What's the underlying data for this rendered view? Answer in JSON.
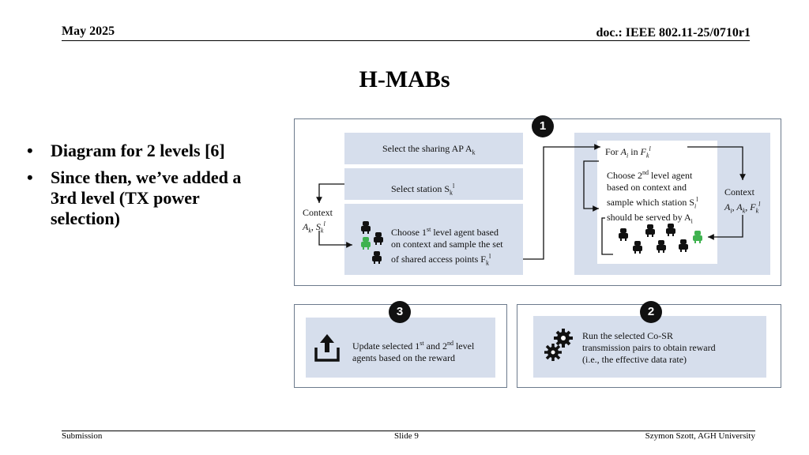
{
  "header": {
    "date": "May 2025",
    "doc": "doc.: IEEE 802.11-25/0710r1"
  },
  "title": "H-MABs",
  "bullets": [
    "Diagram for 2 levels [6]",
    "Since then, we’ve added a 3rd level (TX power selection)"
  ],
  "diagram": {
    "step1": {
      "badge": "1",
      "select_ap": "Select the sharing AP A",
      "select_ap_sub": "k",
      "select_station": "Select station S",
      "context_label": "Context",
      "context_vars": "Ak, Skl",
      "choose_first_a": "Choose 1",
      "choose_first_sup": "st",
      "choose_first_b": " level agent based",
      "choose_first_c": "on context and sample the set",
      "choose_first_d": "of shared access points F",
      "for_ai": "For Ai in Fkl",
      "choose_second_a": "Choose 2",
      "choose_second_sup": "nd",
      "choose_second_b": " level agent",
      "choose_second_c": "based on context and",
      "choose_second_d": "sample which station S",
      "choose_second_e": "should be served by A",
      "context2_label": "Context",
      "context2_vars": "Ai, Ak, Fkl"
    },
    "step2": {
      "badge": "2",
      "line1": "Run the selected Co-SR",
      "line2": "transmission pairs to obtain reward",
      "line3": "(i.e., the effective data rate)",
      "icon": "gears-icon"
    },
    "step3": {
      "badge": "3",
      "line1a": "Update selected 1",
      "line1_sup1": "st",
      "line1b": " and 2",
      "line1_sup2": "nd",
      "line1c": " level",
      "line2": "agents based on the reward",
      "icon": "upload-icon"
    }
  },
  "footer": {
    "left": "Submission",
    "center": "Slide 9",
    "right": "Szymon Szott, AGH University"
  }
}
